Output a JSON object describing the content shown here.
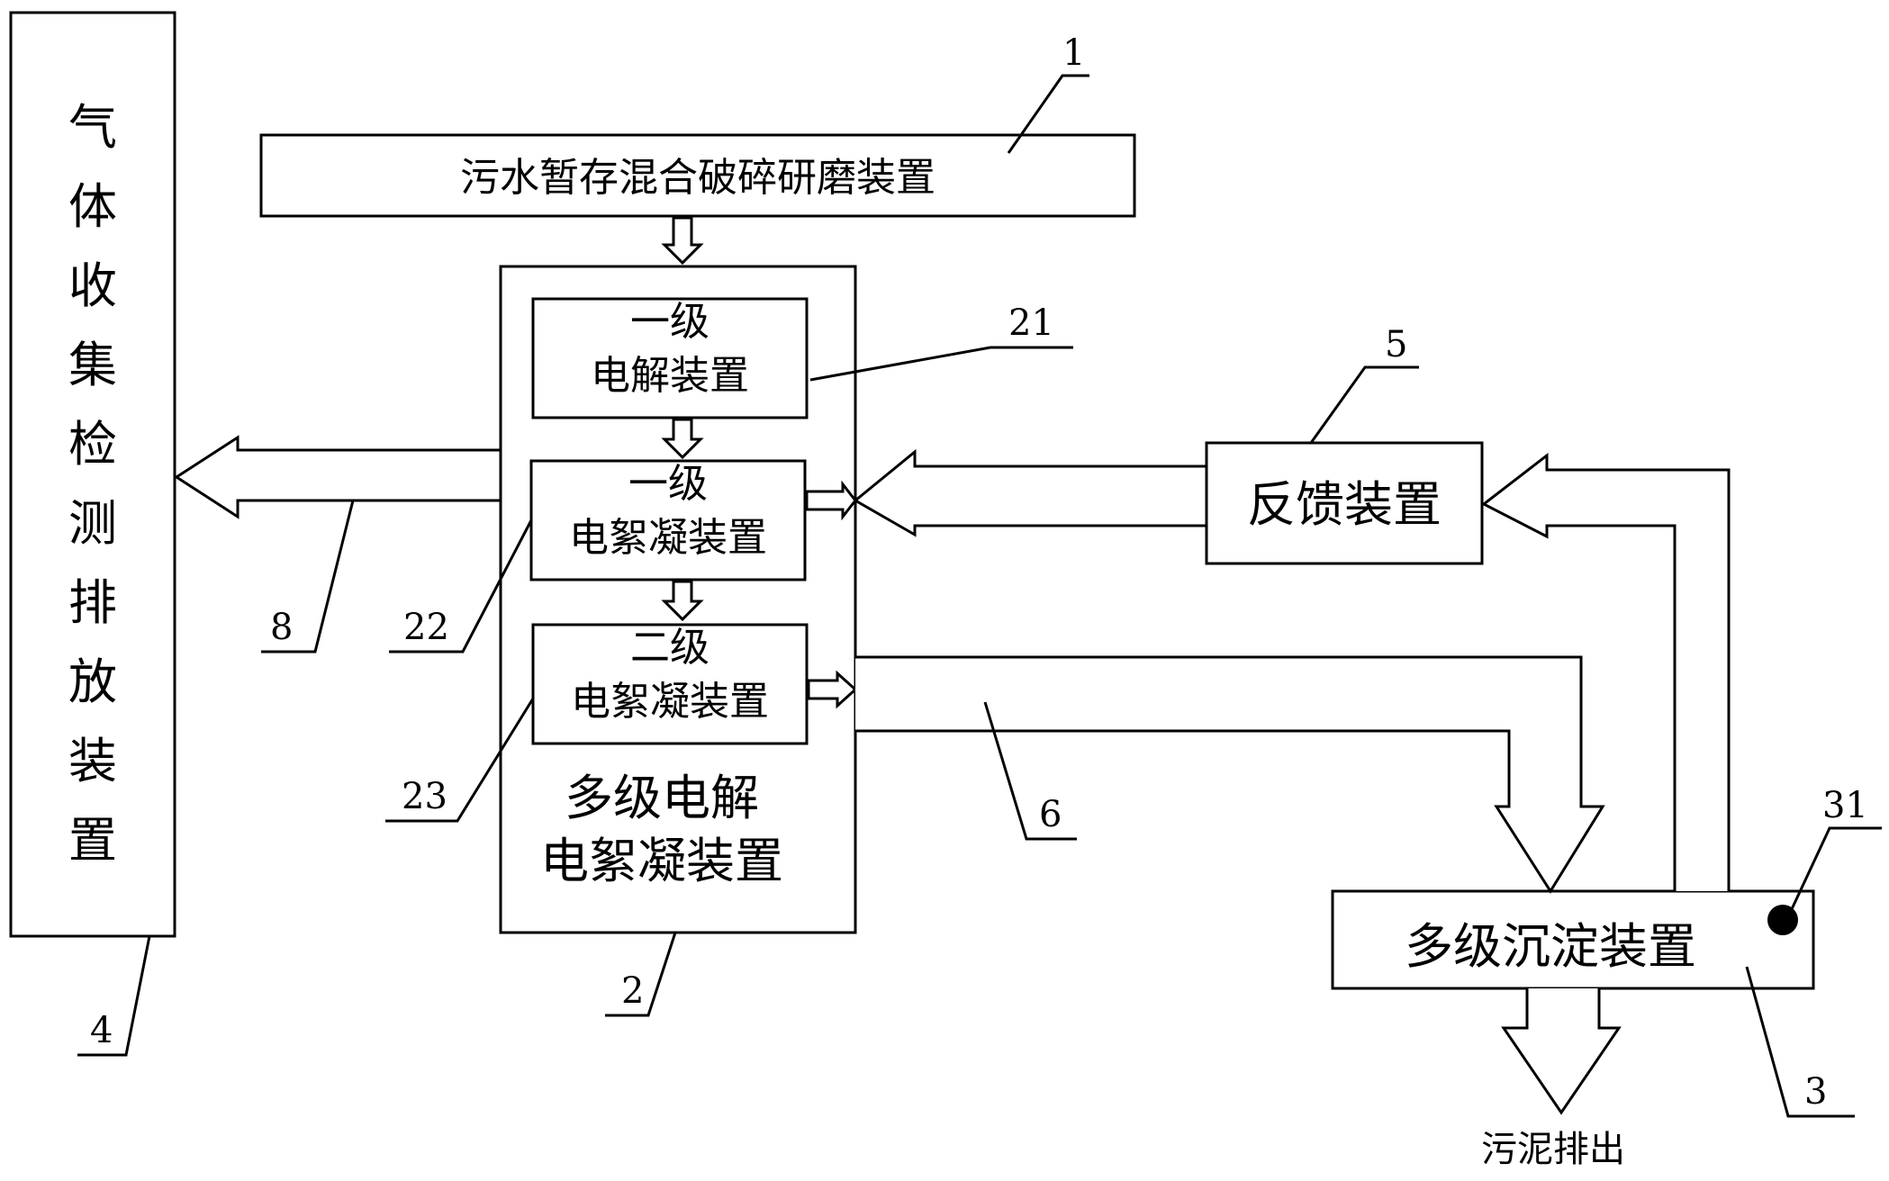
{
  "nodes": {
    "gas_collection": "气体收集检测排放装置",
    "grinding": "污水暂存混合破碎研磨装置",
    "multistage_unit_line1": "多级电解",
    "multistage_unit_line2": "电絮凝装置",
    "electrolysis1_line1": "一级",
    "electrolysis1_line2": "电解装置",
    "floc1_line1": "一级",
    "floc1_line2": "电絮凝装置",
    "floc2_line1": "二级",
    "floc2_line2": "电絮凝装置",
    "feedback": "反馈装置",
    "sedimentation": "多级沉淀装置",
    "sludge_out": "污泥排出"
  },
  "labels": {
    "n1": "1",
    "n2": "2",
    "n21": "21",
    "n22": "22",
    "n23": "23",
    "n3": "3",
    "n31": "31",
    "n4": "4",
    "n5": "5",
    "n6": "6",
    "n8": "8"
  }
}
